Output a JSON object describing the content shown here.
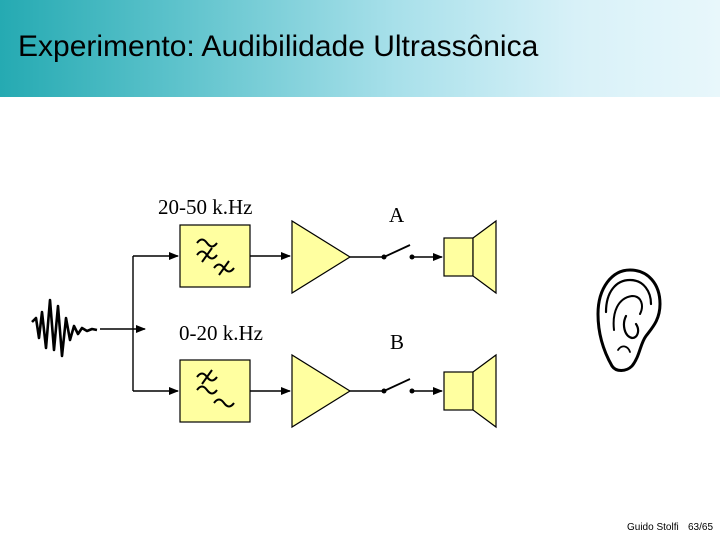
{
  "title": "Experimento: Audibilidade Ultrassônica",
  "labels": {
    "band_high": "20-50 k.Hz",
    "band_low": "0-20 k.Hz",
    "channel_a": "A",
    "channel_b": "B"
  },
  "footer": {
    "author": "Guido Stolfi",
    "page": "63/65"
  },
  "colors": {
    "block_fill": "#ffffa0",
    "title_gradient_start": "#25aab2",
    "title_gradient_end": "#e8f7fb"
  },
  "icons": [
    "waveform-icon",
    "bandpass-filter-icon",
    "lowpass-filter-icon",
    "amplifier-icon",
    "switch-icon",
    "speaker-icon",
    "ear-icon"
  ]
}
